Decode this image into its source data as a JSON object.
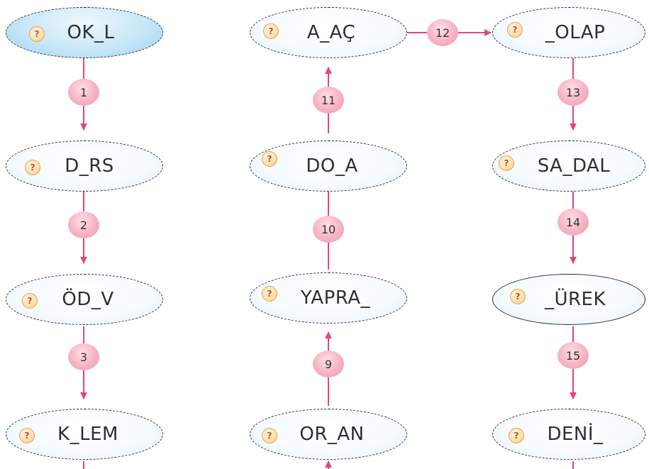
{
  "nodes": [
    {
      "id": "n1",
      "word": "OK_L"
    },
    {
      "id": "n2",
      "word": "D_RS"
    },
    {
      "id": "n3",
      "word": "ÖD_V"
    },
    {
      "id": "n4",
      "word": "K_LEM"
    },
    {
      "id": "n9",
      "word": "OR_AN"
    },
    {
      "id": "n10",
      "word": "YAPRA_"
    },
    {
      "id": "n11",
      "word": "DO_A"
    },
    {
      "id": "n12",
      "word": "A_AÇ"
    },
    {
      "id": "n13",
      "word": "_OLAP"
    },
    {
      "id": "n14",
      "word": "SA_DAL"
    },
    {
      "id": "n15",
      "word": "_ÜREK"
    },
    {
      "id": "n16",
      "word": "DENİ_"
    }
  ],
  "icon": {
    "symbol": "?",
    "name": "question-icon"
  },
  "steps": [
    "1",
    "2",
    "3",
    "9",
    "10",
    "11",
    "12",
    "13",
    "14",
    "15"
  ],
  "colors": {
    "arrow": "#e0467f",
    "badge": "#f6b3c2",
    "node_border": "#2b2b2b",
    "highlight": "#c8e7f8"
  }
}
